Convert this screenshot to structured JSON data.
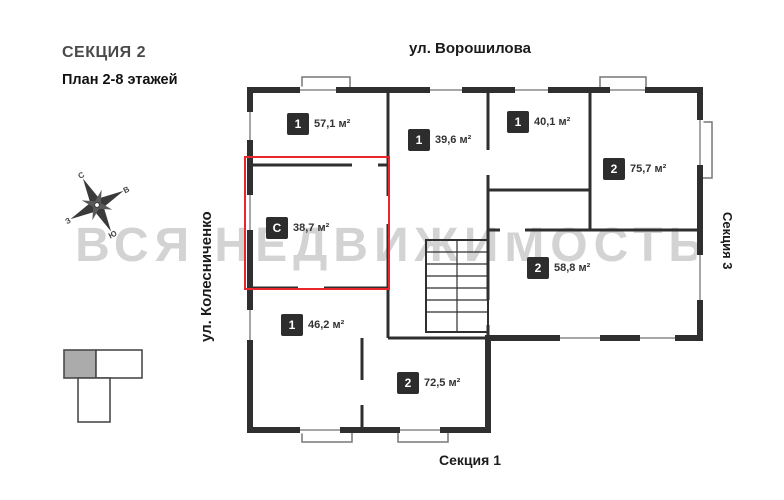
{
  "page": {
    "section_title": "СЕКЦИЯ 2",
    "plan_subtitle": "План 2-8 этажей"
  },
  "streets": {
    "top": "ул. Ворошилова",
    "left": "ул. Колесниченко"
  },
  "sections": {
    "right": "Секция 3",
    "bottom": "Секция 1"
  },
  "watermark": "ВСЯ НЕДВИЖИМОСТЬ",
  "compass": {
    "north": "С",
    "east": "В",
    "south": "Ю",
    "west": "З"
  },
  "apartments": [
    {
      "rooms": "1",
      "area": "57,1 м²",
      "highlighted": false
    },
    {
      "rooms": "1",
      "area": "39,6 м²",
      "highlighted": false
    },
    {
      "rooms": "1",
      "area": "40,1 м²",
      "highlighted": false
    },
    {
      "rooms": "2",
      "area": "75,7 м²",
      "highlighted": false
    },
    {
      "rooms": "С",
      "area": "38,7 м²",
      "highlighted": true
    },
    {
      "rooms": "2",
      "area": "58,8 м²",
      "highlighted": false
    },
    {
      "rooms": "1",
      "area": "46,2 м²",
      "highlighted": false
    },
    {
      "rooms": "2",
      "area": "72,5 м²",
      "highlighted": false
    }
  ],
  "colors": {
    "badge_background": "#2d2d2d",
    "highlight_outline": "#e8262b",
    "walls": "#2f2f2f",
    "watermark_text": "#c9c9c9",
    "minimap_current_section_fill": "#ababab"
  }
}
